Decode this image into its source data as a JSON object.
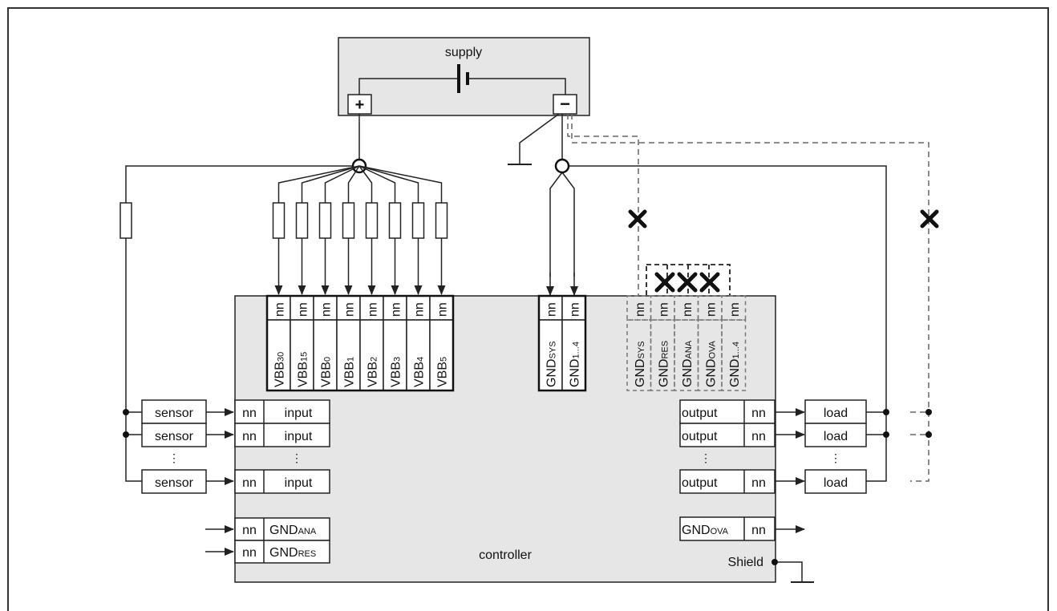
{
  "supply": {
    "label": "supply",
    "plus": "+",
    "minus": "−"
  },
  "controller": {
    "label": "controller",
    "shield": "Shield"
  },
  "nn": "nn",
  "vbb": [
    {
      "base": "VBB",
      "sub": "30"
    },
    {
      "base": "VBB",
      "sub": "15"
    },
    {
      "base": "VBB",
      "sub": "0"
    },
    {
      "base": "VBB",
      "sub": "1"
    },
    {
      "base": "VBB",
      "sub": "2"
    },
    {
      "base": "VBB",
      "sub": "3"
    },
    {
      "base": "VBB",
      "sub": "4"
    },
    {
      "base": "VBB",
      "sub": "5"
    }
  ],
  "gnd_main": [
    {
      "base": "GND",
      "sub": "SYS"
    },
    {
      "base": "GND",
      "sub": "1...4"
    }
  ],
  "gnd_dashed": [
    {
      "base": "GND",
      "sub": "SYS"
    },
    {
      "base": "GND",
      "sub": "RES"
    },
    {
      "base": "GND",
      "sub": "ANA"
    },
    {
      "base": "GND",
      "sub": "OVA"
    },
    {
      "base": "GND",
      "sub": "1...4"
    }
  ],
  "inputs": {
    "sensor": "sensor",
    "input": "input",
    "ellipsis": "⋮"
  },
  "outputs": {
    "output": "output",
    "load": "load",
    "ellipsis": "⋮"
  },
  "gnd_left": [
    {
      "base": "GND",
      "sub": "ANA"
    },
    {
      "base": "GND",
      "sub": "RES"
    }
  ],
  "gnd_right": {
    "base": "GND",
    "sub": "OVA"
  }
}
